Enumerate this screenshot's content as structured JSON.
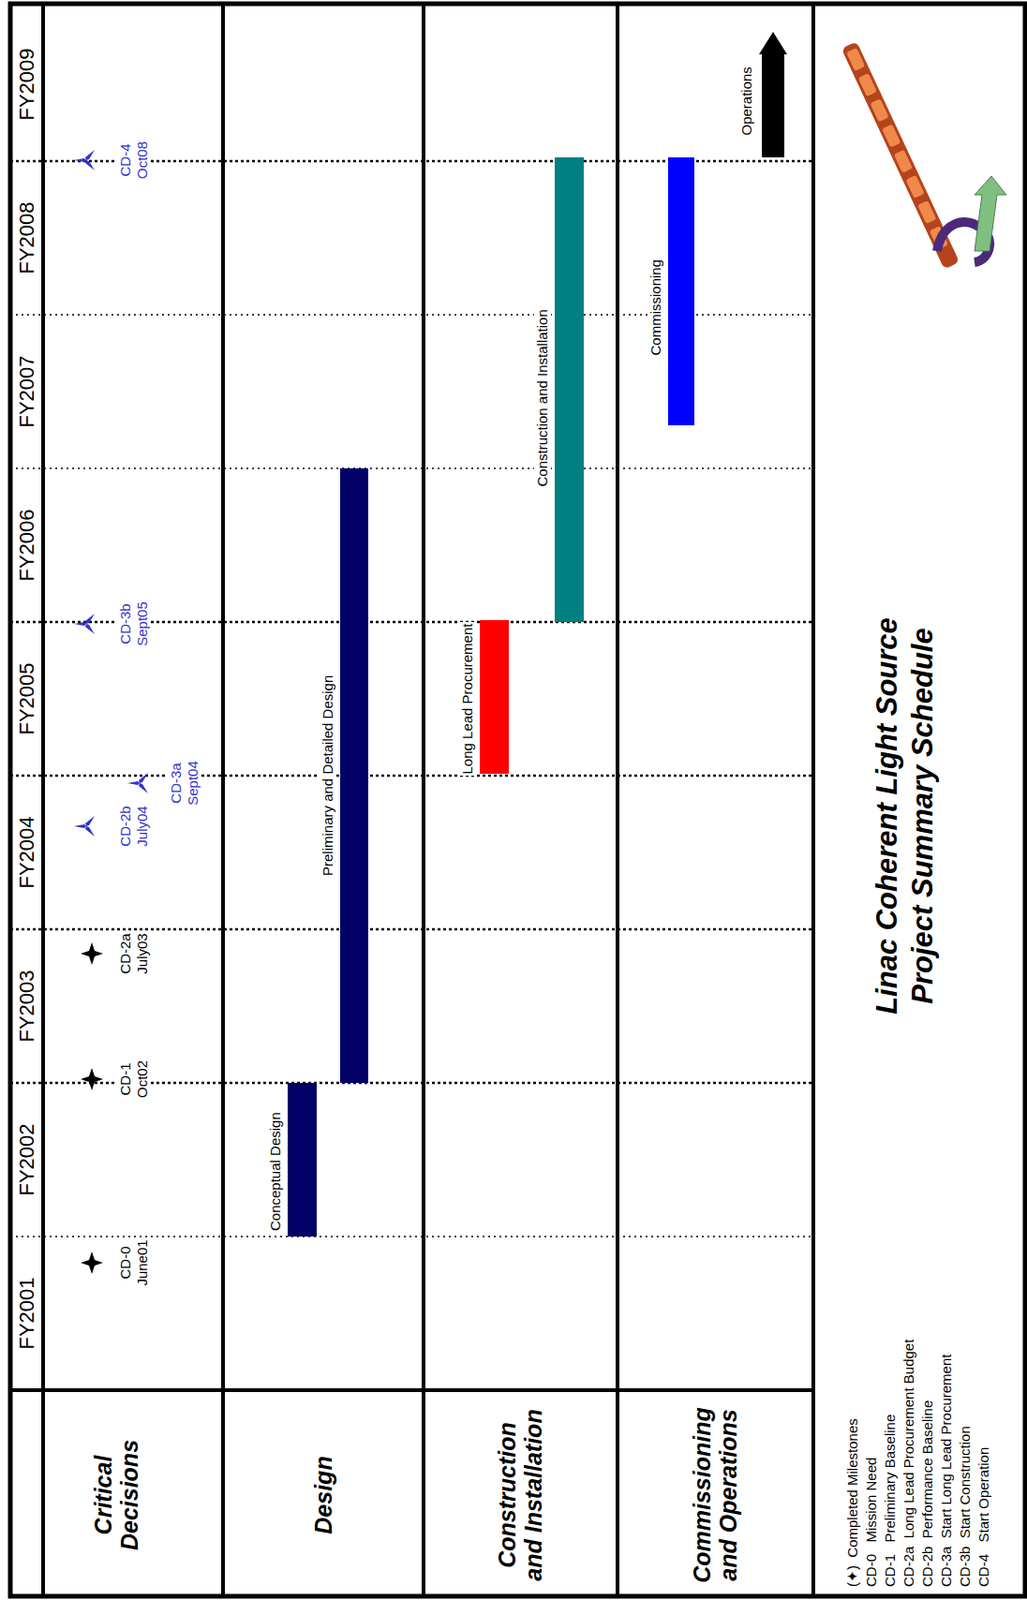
{
  "diagram": {
    "title": "Linac Coherent Light Source Project Summary Schedule",
    "nodes": [
      {
        "text": [
          "Critical Decisions"
        ]
      },
      {
        "text": [
          "Design"
        ]
      },
      {
        "text": [
          "Conceptual Design"
        ],
        "in": 1
      },
      {
        "text": [
          "Preliminary and Detailed Design"
        ],
        "in": 1
      },
      {
        "text": [
          "Construction and Installation"
        ]
      },
      {
        "text": [
          "Long Lead Procurement"
        ],
        "in": 4
      },
      {
        "text": [
          "Construction and Installation"
        ],
        "in": 4
      },
      {
        "text": [
          "Commissioning and Operations"
        ]
      },
      {
        "text": [
          "Commissioning"
        ],
        "in": 7
      },
      {
        "text": [
          "Operations"
        ],
        "in": 7
      }
    ],
    "labels": [
      "FY2001",
      "FY2002",
      "FY2003",
      "FY2004",
      "FY2005",
      "FY2006",
      "FY2007",
      "FY2008",
      "FY2009",
      "CD-0",
      "June01",
      "CD-1",
      "Oct02",
      "CD-2a",
      "July03",
      "CD-2b",
      "July04",
      "CD-3a",
      "Sept04",
      "CD-3b",
      "Sept05",
      "CD-4",
      "Oct08"
    ],
    "legend": [
      {
        "text": "(✦)  Completed Milestones"
      },
      {
        "text": "CD-0   Mission Need"
      },
      {
        "text": "CD-1   Preliminary Baseline"
      },
      {
        "text": "CD-2a  Long Lead Procurement Budget"
      },
      {
        "text": "CD-2b  Performance Baseline"
      },
      {
        "text": "CD-3a  Start Long Lead Procurement"
      },
      {
        "text": "CD-3b  Start Construction"
      },
      {
        "text": "CD-4   Start Operation"
      }
    ]
  }
}
